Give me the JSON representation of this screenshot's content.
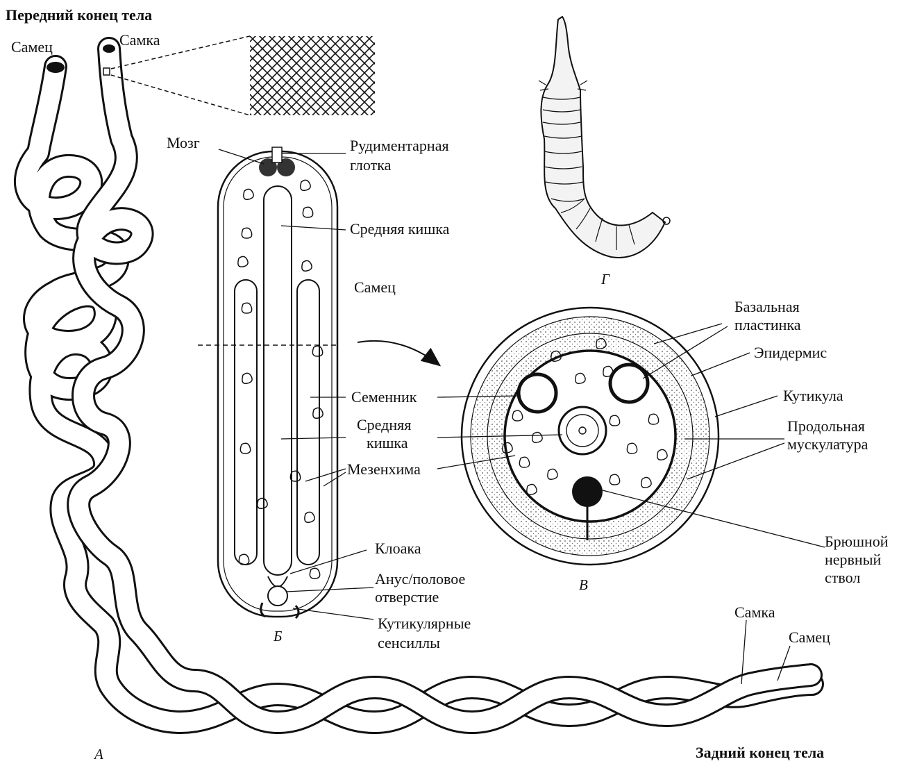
{
  "colors": {
    "ink": "#111111",
    "paper": "#ffffff",
    "stipple": "#9a9a9a"
  },
  "panel_a": {
    "front_end": "Передний конец тела",
    "male": "Самец",
    "female": "Самка",
    "rear_end": "Задний конец тела",
    "rear_female": "Самка",
    "rear_male": "Самец",
    "letter": "А"
  },
  "panel_b": {
    "brain": "Мозг",
    "pharynx_1": "Рудиментарная",
    "pharynx_2": "глотка",
    "midgut": "Средняя кишка",
    "sex": "Самец",
    "testis": "Семенник",
    "midgut2_1": "Средняя",
    "midgut2_2": "кишка",
    "mesenchyme": "Мезенхима",
    "cloaca": "Клоака",
    "anus_1": "Анус/половое",
    "anus_2": "отверстие",
    "sensilla_1": "Кутикулярные",
    "sensilla_2": "сенсиллы",
    "letter": "Б"
  },
  "panel_v": {
    "basal_1": "Базальная",
    "basal_2": "пластинка",
    "epidermis": "Эпидермис",
    "cuticle": "Кутикула",
    "muscle_1": "Продольная",
    "muscle_2": "мускулатура",
    "nerve_1": "Брюшной",
    "nerve_2": "нервный",
    "nerve_3": "ствол",
    "letter": "В"
  },
  "panel_g": {
    "letter": "Г"
  }
}
